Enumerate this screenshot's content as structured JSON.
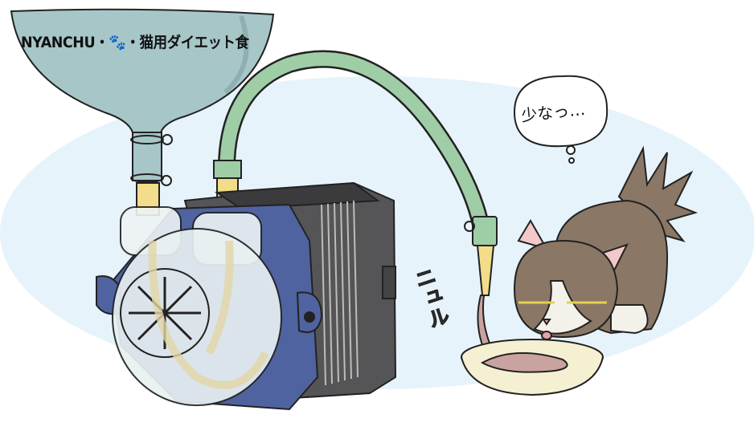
{
  "illustration": {
    "funnel_label": "NYANCHU・🐾・猫用ダイエット食",
    "thought_bubble_text": "少なっ…",
    "sound_effect": "ニュル",
    "description": "Peristaltic pump feeding diet cat food from a funnel through a tube into a bowl; a grumpy cat eats",
    "colors": {
      "background_ellipse": "#e6f3fb",
      "funnel": "#a7c6c8",
      "tube_green": "#9fcda6",
      "tube_yellow": "#f3dc8a",
      "pump_blue": "#4f63a0",
      "motor_gray": "#555558",
      "cat_brown": "#8a7766",
      "cat_white": "#f4f1ea",
      "food_pink": "#c9a3a0",
      "bowl": "#f6f0d2",
      "sfx": "#b86a6a"
    }
  }
}
